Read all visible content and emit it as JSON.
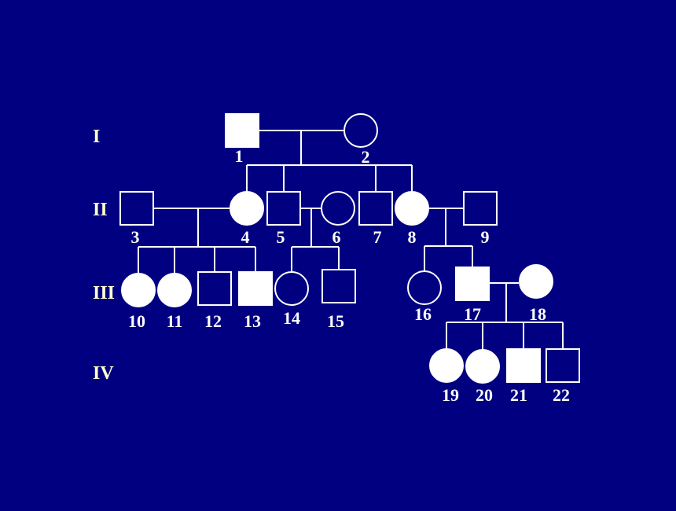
{
  "colors": {
    "background": "#000080",
    "line": "#ffffff",
    "affected_fill": "#ffffff",
    "unaffected_fill": "#000080",
    "id_label": "#ffffff",
    "generation_label": "#ffffcc"
  },
  "generations": [
    "I",
    "II",
    "III",
    "IV"
  ],
  "individuals": [
    {
      "id": "1",
      "sex": "male",
      "affected": true
    },
    {
      "id": "2",
      "sex": "female",
      "affected": false
    },
    {
      "id": "3",
      "sex": "male",
      "affected": false
    },
    {
      "id": "4",
      "sex": "female",
      "affected": true
    },
    {
      "id": "5",
      "sex": "male",
      "affected": false
    },
    {
      "id": "6",
      "sex": "female",
      "affected": false
    },
    {
      "id": "7",
      "sex": "male",
      "affected": false
    },
    {
      "id": "8",
      "sex": "female",
      "affected": true
    },
    {
      "id": "9",
      "sex": "male",
      "affected": false
    },
    {
      "id": "10",
      "sex": "female",
      "affected": true
    },
    {
      "id": "11",
      "sex": "female",
      "affected": true
    },
    {
      "id": "12",
      "sex": "male",
      "affected": false
    },
    {
      "id": "13",
      "sex": "male",
      "affected": true
    },
    {
      "id": "14",
      "sex": "female",
      "affected": false
    },
    {
      "id": "15",
      "sex": "male",
      "affected": false
    },
    {
      "id": "16",
      "sex": "female",
      "affected": false
    },
    {
      "id": "17",
      "sex": "male",
      "affected": true
    },
    {
      "id": "18",
      "sex": "female",
      "affected": true
    },
    {
      "id": "19",
      "sex": "female",
      "affected": true
    },
    {
      "id": "20",
      "sex": "female",
      "affected": true
    },
    {
      "id": "21",
      "sex": "male",
      "affected": true
    },
    {
      "id": "22",
      "sex": "male",
      "affected": false
    }
  ],
  "matings": [
    {
      "partners": [
        "1",
        "2"
      ],
      "children": [
        "4",
        "5",
        "7",
        "8"
      ]
    },
    {
      "partners": [
        "3",
        "4"
      ],
      "children": [
        "10",
        "11",
        "12",
        "13"
      ]
    },
    {
      "partners": [
        "5",
        "6"
      ],
      "children": [
        "14",
        "15"
      ]
    },
    {
      "partners": [
        "8",
        "9"
      ],
      "children": [
        "16",
        "17"
      ]
    },
    {
      "partners": [
        "17",
        "18"
      ],
      "children": [
        "19",
        "20",
        "21",
        "22"
      ]
    }
  ]
}
